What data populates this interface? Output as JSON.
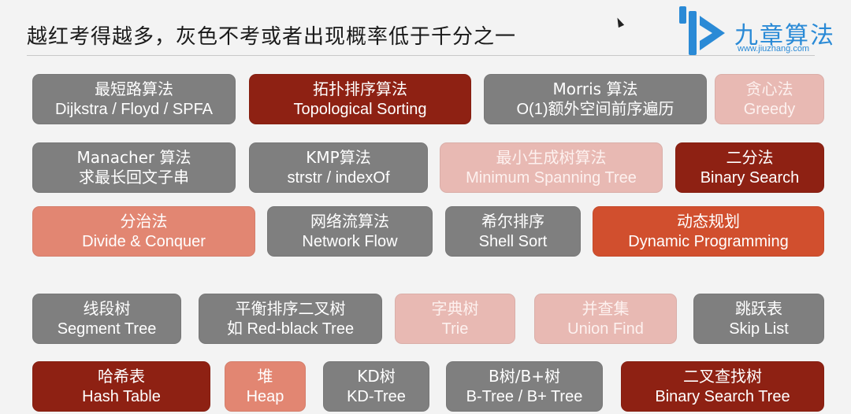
{
  "header": {
    "title": "越红考得越多，灰色不考或者出现概率低于千分之一",
    "logo_text": "九章算法",
    "logo_url": "www.jiuzhang.com"
  },
  "legend_colors": {
    "gray": "#7f7f7f",
    "dark_red": "#8e2113",
    "light_pink": "#e8b9b3",
    "salmon": "#e28672",
    "orange_red": "#d14f2e"
  },
  "topics": [
    {
      "line1": "最短路算法",
      "line2": "Dijkstra / Floyd / SPFA",
      "color": "gray"
    },
    {
      "line1": "拓扑排序算法",
      "line2": "Topological Sorting",
      "color": "dark_red"
    },
    {
      "line1": "Morris 算法",
      "line2": "O(1)额外空间前序遍历",
      "color": "gray"
    },
    {
      "line1": "贪心法",
      "line2": "Greedy",
      "color": "light_pink"
    },
    {
      "line1": "Manacher 算法",
      "line2": "求最长回文子串",
      "color": "gray"
    },
    {
      "line1": "KMP算法",
      "line2": "strstr / indexOf",
      "color": "gray"
    },
    {
      "line1": "最小生成树算法",
      "line2": "Minimum Spanning Tree",
      "color": "light_pink"
    },
    {
      "line1": "二分法",
      "line2": "Binary Search",
      "color": "dark_red"
    },
    {
      "line1": "分治法",
      "line2": "Divide & Conquer",
      "color": "salmon"
    },
    {
      "line1": "网络流算法",
      "line2": "Network Flow",
      "color": "gray"
    },
    {
      "line1": "希尔排序",
      "line2": "Shell Sort",
      "color": "gray"
    },
    {
      "line1": "动态规划",
      "line2": "Dynamic Programming",
      "color": "orange_red"
    },
    {
      "line1": "线段树",
      "line2": "Segment Tree",
      "color": "gray"
    },
    {
      "line1": "平衡排序二叉树",
      "line2": "如 Red-black Tree",
      "color": "gray"
    },
    {
      "line1": "字典树",
      "line2": "Trie",
      "color": "light_pink"
    },
    {
      "line1": "并查集",
      "line2": "Union Find",
      "color": "light_pink"
    },
    {
      "line1": "跳跃表",
      "line2": "Skip List",
      "color": "gray"
    },
    {
      "line1": "哈希表",
      "line2": "Hash Table",
      "color": "dark_red"
    },
    {
      "line1": "堆",
      "line2": "Heap",
      "color": "salmon"
    },
    {
      "line1": "KD树",
      "line2": "KD-Tree",
      "color": "gray"
    },
    {
      "line1": "B树/B+树",
      "line2": "B-Tree / B+ Tree",
      "color": "gray"
    },
    {
      "line1": "二叉查找树",
      "line2": "Binary Search Tree",
      "color": "dark_red"
    }
  ]
}
